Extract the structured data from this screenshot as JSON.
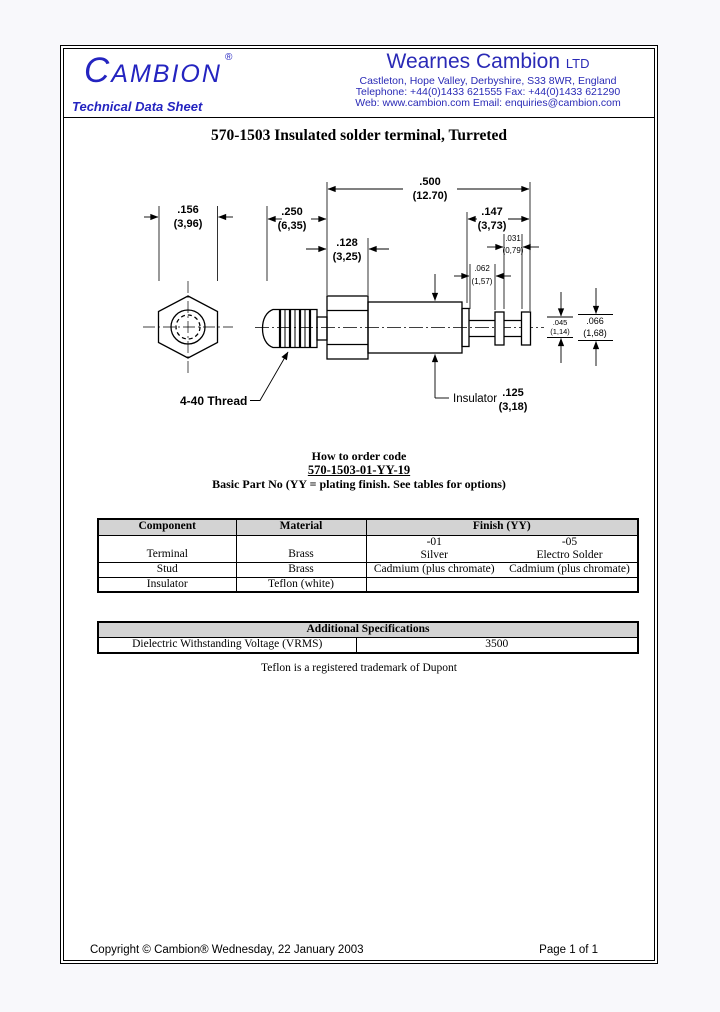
{
  "header": {
    "logo_c": "C",
    "logo_rest": "AMBION",
    "logo_reg": "®",
    "tagline": "Technical Data Sheet",
    "company_name": "Wearnes Cambion",
    "company_suffix": "LTD",
    "address": "Castleton, Hope Valley, Derbyshire, S33 8WR, England",
    "phone_line": "Telephone: +44(0)1433 621555  Fax: +44(0)1433 621290",
    "web_line": "Web: www.cambion.com Email: enquiries@cambion.com",
    "accent_color": "#2424c0"
  },
  "title": "570-1503 Insulated solder terminal, Turreted",
  "drawing": {
    "dims": {
      "d156": {
        "in": ".156",
        "mm": "(3,96)"
      },
      "d250": {
        "in": ".250",
        "mm": "(6,35)"
      },
      "d500": {
        "in": ".500",
        "mm": "(12.70)"
      },
      "d128": {
        "in": ".128",
        "mm": "(3,25)"
      },
      "d147": {
        "in": ".147",
        "mm": "(3,73)"
      },
      "d031": {
        "in": ".031",
        "mm": "(0,79)"
      },
      "d062": {
        "in": ".062",
        "mm": "(1,57)"
      },
      "d045": {
        "in": ".045",
        "mm": "(1,14)"
      },
      "d066": {
        "in": ".066",
        "mm": "(1,68)"
      },
      "d125": {
        "in": ".125",
        "mm": "(3,18)"
      }
    },
    "labels": {
      "thread": "4-40 Thread",
      "insulator": "Insulator"
    }
  },
  "order": {
    "heading": "How to order code",
    "code": "570-1503-01-YY-19",
    "note": "Basic Part No (YY = plating finish. See tables for options)"
  },
  "components_table": {
    "headers": {
      "component": "Component",
      "material": "Material",
      "finish": "Finish (YY)"
    },
    "finish_codes": {
      "c01": "-01",
      "c05": "-05"
    },
    "rows": [
      {
        "component": "Terminal",
        "material": "Brass",
        "f01": "Silver",
        "f05": "Electro Solder"
      },
      {
        "component": "Stud",
        "material": "Brass",
        "f01": "Cadmium (plus chromate)",
        "f05": "Cadmium (plus chromate)"
      },
      {
        "component": "Insulator",
        "material": "Teflon (white)",
        "f01": "",
        "f05": ""
      }
    ]
  },
  "specs_table": {
    "heading": "Additional Specifications",
    "rows": [
      {
        "label": "Dielectric Withstanding Voltage (VRMS)",
        "value": "3500"
      }
    ]
  },
  "trademark_note": "Teflon is a registered trademark of Dupont",
  "footer": {
    "copyright": "Copyright © Cambion® Wednesday, 22 January 2003",
    "page": "Page 1 of  1"
  }
}
